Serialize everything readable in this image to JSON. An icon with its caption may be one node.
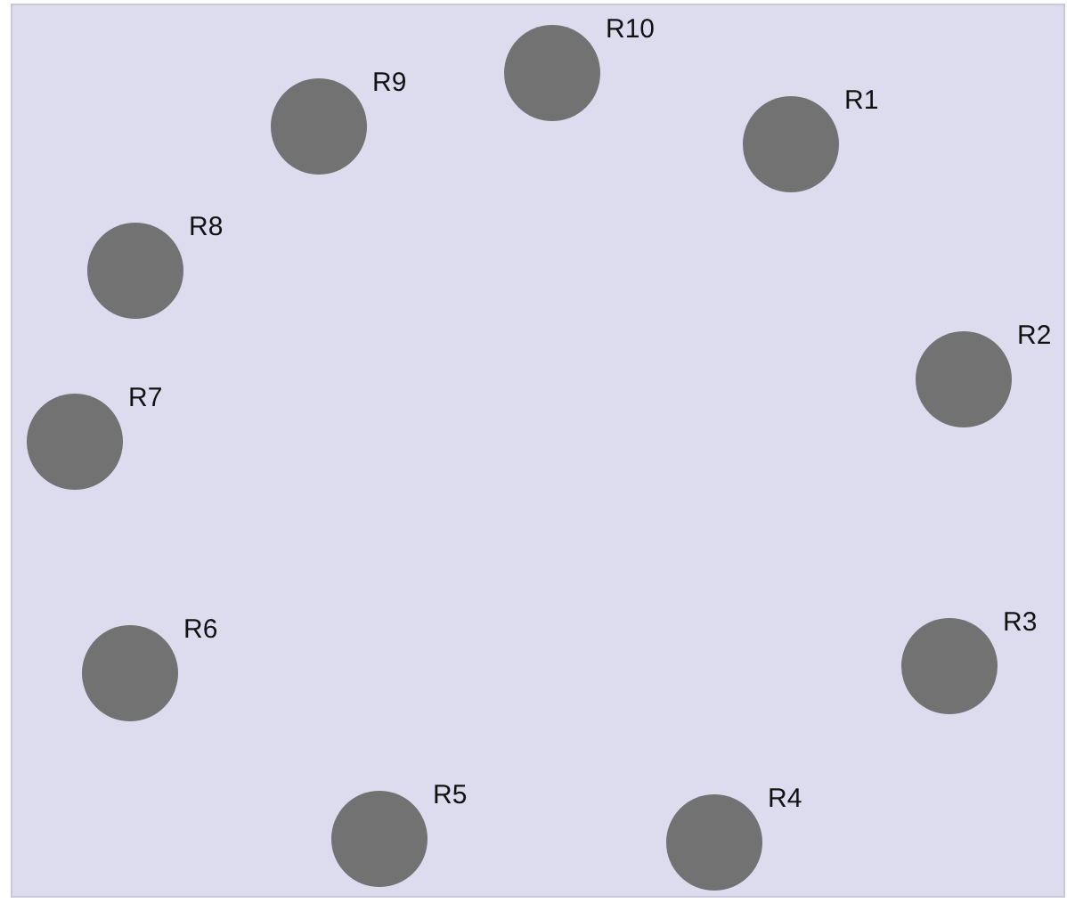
{
  "diagram": {
    "nodes": [
      {
        "text": [],
        "shape": "circle",
        "beside": [
          "R1"
        ]
      },
      {
        "text": [],
        "shape": "circle",
        "beside": [
          "R2"
        ]
      },
      {
        "text": [],
        "shape": "circle",
        "beside": [
          "R3"
        ]
      },
      {
        "text": [],
        "shape": "circle",
        "beside": [
          "R4"
        ]
      },
      {
        "text": [],
        "shape": "circle",
        "beside": [
          "R5"
        ]
      },
      {
        "text": [],
        "shape": "circle",
        "beside": [
          "R6"
        ]
      },
      {
        "text": [],
        "shape": "circle",
        "beside": [
          "R7"
        ]
      },
      {
        "text": [],
        "shape": "circle",
        "beside": [
          "R8"
        ]
      },
      {
        "text": [],
        "shape": "circle",
        "beside": [
          "R9"
        ]
      },
      {
        "text": [],
        "shape": "circle",
        "beside": [
          "R10"
        ]
      }
    ]
  }
}
